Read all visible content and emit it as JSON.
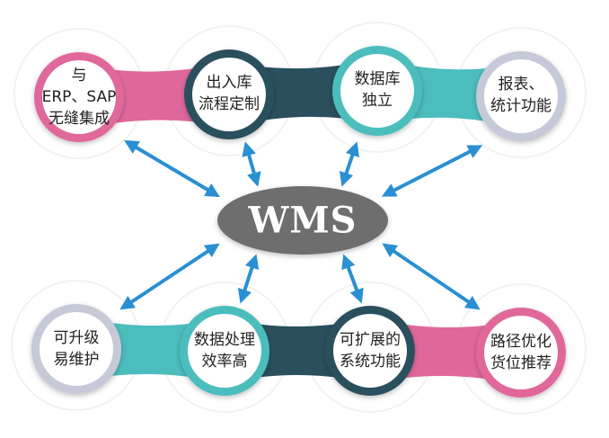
{
  "center": {
    "label": "WMS",
    "color": "#6e6e6e"
  },
  "colors": {
    "pink": "#e0679b",
    "dark": "#2b4f5d",
    "teal": "#4cbdbd",
    "gray": "#c6c9d7",
    "arrow": "#2a8fd3"
  },
  "top_nodes": [
    {
      "lines": [
        "与",
        "ERP、SAP",
        "无缝集成"
      ],
      "color": "pink"
    },
    {
      "lines": [
        "出入库",
        "流程定制"
      ],
      "color": "dark"
    },
    {
      "lines": [
        "数据库",
        "独立"
      ],
      "color": "teal"
    },
    {
      "lines": [
        "报表、",
        "统计功能"
      ],
      "color": "gray"
    }
  ],
  "bottom_nodes": [
    {
      "lines": [
        "可升级",
        "易维护"
      ],
      "color": "gray"
    },
    {
      "lines": [
        "数据处理",
        "效率高"
      ],
      "color": "teal"
    },
    {
      "lines": [
        "可扩展的",
        "系统功能"
      ],
      "color": "dark"
    },
    {
      "lines": [
        "路径优化",
        "货位推荐"
      ],
      "color": "pink"
    }
  ]
}
